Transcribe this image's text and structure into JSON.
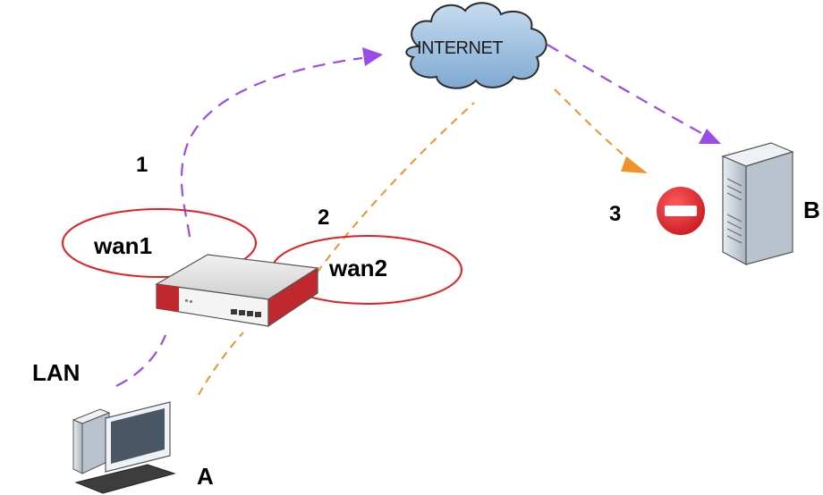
{
  "cloud_label": "INTERNET",
  "labels": {
    "step1": "1",
    "step2": "2",
    "step3": "3",
    "wan1": "wan1",
    "wan2": "wan2",
    "lan": "LAN",
    "host_a": "A",
    "host_b": "B"
  },
  "colors": {
    "path_wan1": "#9b4be8",
    "path_wan2": "#f0922a",
    "ellipse": "#e31e24",
    "block_sign": "#d9262c"
  },
  "icons": [
    "cloud-icon",
    "router-icon",
    "server-icon",
    "computer-icon",
    "block-icon"
  ]
}
